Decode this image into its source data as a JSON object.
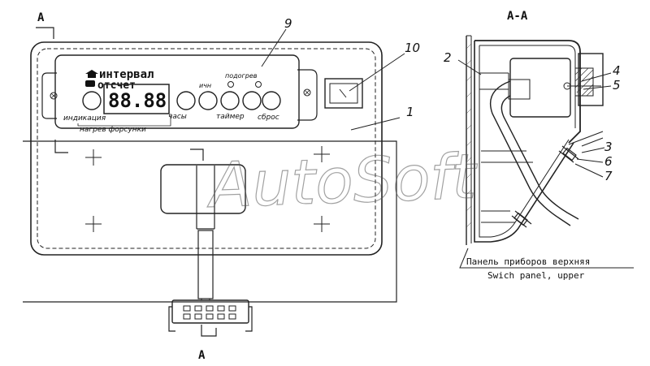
{
  "section_marks": {
    "top": "A",
    "bottom": "A",
    "section_title": "A-A"
  },
  "callouts": [
    "1",
    "2",
    "3",
    "4",
    "5",
    "6",
    "7",
    "9",
    "10"
  ],
  "panel_labels": {
    "interval": "интервал",
    "countdown": "отсчет",
    "preheat": "подогрев",
    "indication": "индикация",
    "clock": "часы",
    "timer": "таймер",
    "reset": "сброс",
    "nozzle_heat": "нагрев форсунки",
    "ich": "ичн",
    "display": "88.88"
  },
  "section_caption": {
    "ru": "Панель приборов верхняя",
    "en": "Swich panel, upper"
  },
  "watermark": "AutoSoft"
}
